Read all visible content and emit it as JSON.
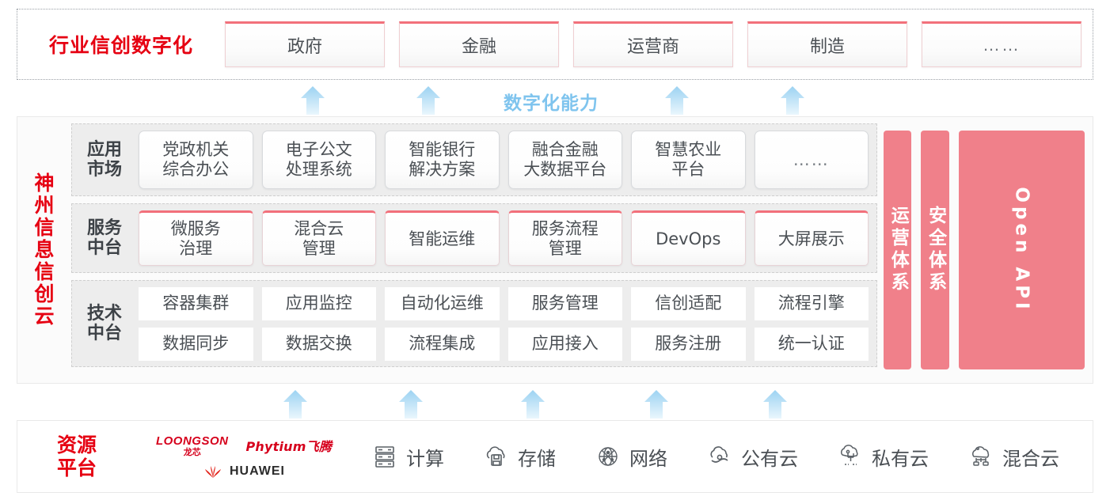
{
  "industry": {
    "title": "行业信创数字化",
    "boxes": [
      {
        "label": "政府"
      },
      {
        "label": "金融"
      },
      {
        "label": "运营商"
      },
      {
        "label": "制造"
      },
      {
        "label": "……"
      }
    ]
  },
  "capability_band": {
    "label": "数字化能力",
    "color": "#7FC4EE",
    "arrow_count": 4
  },
  "lower_band": {
    "arrow_count": 5
  },
  "cloud": {
    "title": "神州信息信创云",
    "title_chars": [
      "神",
      "州",
      "信",
      "息",
      "信",
      "创",
      "云"
    ],
    "layers": [
      {
        "name": "app-market",
        "label": "应用\n市场",
        "label_line1": "应用",
        "label_line2": "市场",
        "cells": [
          {
            "line1": "党政机关",
            "line2": "综合办公"
          },
          {
            "line1": "电子公文",
            "line2": "处理系统"
          },
          {
            "line1": "智能银行",
            "line2": "解决方案"
          },
          {
            "line1": "融合金融",
            "line2": "大数据平台"
          },
          {
            "line1": "智慧农业",
            "line2": "平台"
          },
          {
            "line1": "……",
            "line2": ""
          }
        ]
      },
      {
        "name": "service-platform",
        "label_line1": "服务",
        "label_line2": "中台",
        "cells": [
          {
            "line1": "微服务",
            "line2": "治理"
          },
          {
            "line1": "混合云",
            "line2": "管理"
          },
          {
            "line1": "智能运维",
            "line2": ""
          },
          {
            "line1": "服务流程",
            "line2": "管理"
          },
          {
            "line1": "DevOps",
            "line2": ""
          },
          {
            "line1": "大屏展示",
            "line2": ""
          }
        ]
      },
      {
        "name": "tech-platform",
        "label_line1": "技术",
        "label_line2": "中台",
        "row1": [
          "容器集群",
          "应用监控",
          "自动化运维",
          "服务管理",
          "信创适配",
          "流程引擎"
        ],
        "row2": [
          "数据同步",
          "数据交换",
          "流程集成",
          "应用接入",
          "服务注册",
          "统一认证"
        ]
      }
    ],
    "pillars": [
      {
        "label": "运营体系",
        "type": "cjk"
      },
      {
        "label": "安全体系",
        "type": "cjk"
      },
      {
        "label": "Open API",
        "type": "latin"
      }
    ],
    "pillar_color": "#F0808A"
  },
  "resource": {
    "title_line1": "资源",
    "title_line2": "平台",
    "vendors": [
      {
        "name": "loongson",
        "en": "LOONGSON",
        "cn": "龙芯"
      },
      {
        "name": "phytium",
        "label": "Phytium飞腾"
      },
      {
        "name": "huawei",
        "label": "HUAWEI"
      }
    ],
    "items": [
      {
        "icon": "server-rack-icon",
        "label": "计算"
      },
      {
        "icon": "cloud-storage-icon",
        "label": "存储"
      },
      {
        "icon": "network-globe-icon",
        "label": "网络"
      },
      {
        "icon": "public-cloud-icon",
        "label": "公有云"
      },
      {
        "icon": "private-cloud-icon",
        "label": "私有云"
      },
      {
        "icon": "hybrid-cloud-icon",
        "label": "混合云"
      }
    ]
  },
  "colors": {
    "brand_red": "#E60012",
    "pink": "#F0808A",
    "accent_blue": "#7FC4EE",
    "text_dark": "#4a4f54"
  }
}
